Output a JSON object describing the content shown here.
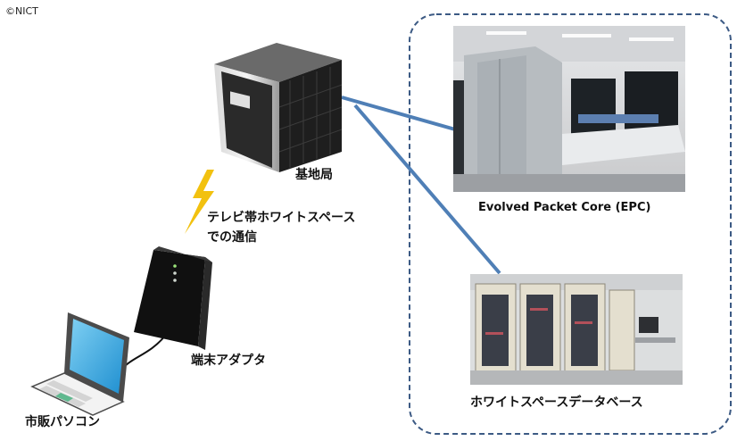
{
  "copyright": "©NICT",
  "labels": {
    "base_station": "基地局",
    "tv_white_space_comm_line1": "テレビ帯ホワイトスペース",
    "tv_white_space_comm_line2": "での通信",
    "terminal_adapter": "端末アダプタ",
    "consumer_pc": "市販パソコン",
    "epc": "Evolved Packet Core (EPC)",
    "white_space_database": "ホワイトスペースデータベース"
  },
  "colors": {
    "link_line": "#4f7fb6",
    "dashed_border": "#3c5a84",
    "lightning": "#f2c10f"
  }
}
